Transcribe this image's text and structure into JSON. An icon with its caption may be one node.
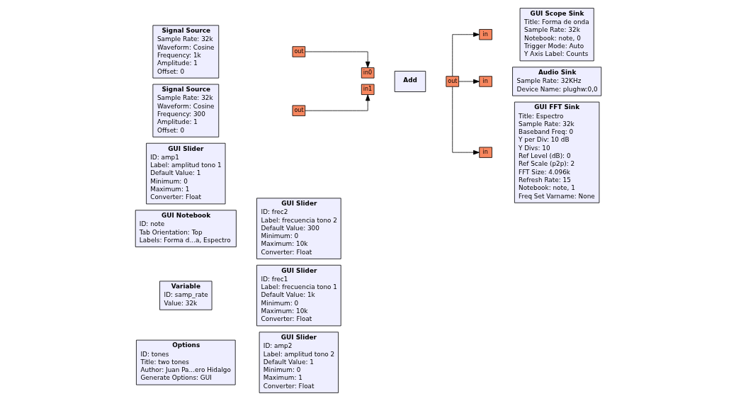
{
  "diagram": {
    "nodes": [
      {
        "text": [
          "Options",
          "ID: tones",
          "Title: two tones",
          "Author: Juan Pa...ero Hidalgo",
          "Generate Options: GUI"
        ]
      },
      {
        "text": [
          "Variable",
          "ID: samp_rate",
          "Value: 32k"
        ]
      },
      {
        "text": [
          "GUI Notebook",
          "ID: note",
          "Tab Orientation: Top",
          "Labels: Forma d...a, Espectro"
        ]
      },
      {
        "text": [
          "GUI Slider",
          "ID: amp1",
          "Label: amplitud tono 1",
          "Default Value: 1",
          "Minimum: 0",
          "Maximum: 1",
          "Converter: Float"
        ]
      },
      {
        "text": [
          "GUI Slider",
          "ID: amp2",
          "Label: amplitud tono 2",
          "Default Value: 1",
          "Minimum: 0",
          "Maximum: 1",
          "Converter: Float"
        ]
      },
      {
        "text": [
          "GUI Slider",
          "ID: frec1",
          "Label: frecuencia tono 1",
          "Default Value: 1k",
          "Minimum: 0",
          "Maximum: 10k",
          "Converter: Float"
        ]
      },
      {
        "text": [
          "GUI Slider",
          "ID: frec2",
          "Label: frecuencia tono 2",
          "Default Value: 300",
          "Minimum: 0",
          "Maximum: 10k",
          "Converter: Float"
        ]
      },
      {
        "text": [
          "Signal Source",
          "Sample Rate: 32k",
          "Waveform: Cosine",
          "Frequency: 1k",
          "Amplitude: 1",
          "Offset: 0"
        ]
      },
      {
        "text": [
          "out"
        ]
      },
      {
        "text": [
          "Signal Source",
          "Sample Rate: 32k",
          "Waveform: Cosine",
          "Frequency: 300",
          "Amplitude: 1",
          "Offset: 0"
        ]
      },
      {
        "text": [
          "out"
        ]
      },
      {
        "text": [
          "in0"
        ]
      },
      {
        "text": [
          "in1"
        ]
      },
      {
        "text": [
          "Add"
        ]
      },
      {
        "text": [
          "out"
        ]
      },
      {
        "text": [
          "in"
        ]
      },
      {
        "text": [
          "GUI Scope Sink",
          "Title: Forma de onda",
          "Sample Rate: 32k",
          "Notebook: note, 0",
          "Trigger Mode: Auto",
          "Y Axis Label: Counts"
        ]
      },
      {
        "text": [
          "in"
        ]
      },
      {
        "text": [
          "Audio Sink",
          "Sample Rate: 32KHz",
          "Device Name: plughw:0,0"
        ]
      },
      {
        "text": [
          "in"
        ]
      },
      {
        "text": [
          "GUI FFT Sink",
          "Title: Espectro",
          "Sample Rate: 32k",
          "Baseband Freq: 0",
          "Y per Div: 10 dB",
          "Y Divs: 10",
          "Ref Level (dB): 0",
          "Ref Scale (p2p): 2",
          "FFT Size: 4.096k",
          "Refresh Rate: 15",
          "Notebook: note, 1",
          "Freq Set Varname: None"
        ]
      }
    ],
    "edges": [
      {
        "from": 8,
        "to": 11,
        "arrow": "to"
      },
      {
        "from": 10,
        "to": 12,
        "arrow": "to"
      },
      {
        "from": 14,
        "to": 15,
        "arrow": "to"
      },
      {
        "from": 14,
        "to": 17,
        "arrow": "to"
      },
      {
        "from": 14,
        "to": 19,
        "arrow": "to"
      }
    ]
  }
}
